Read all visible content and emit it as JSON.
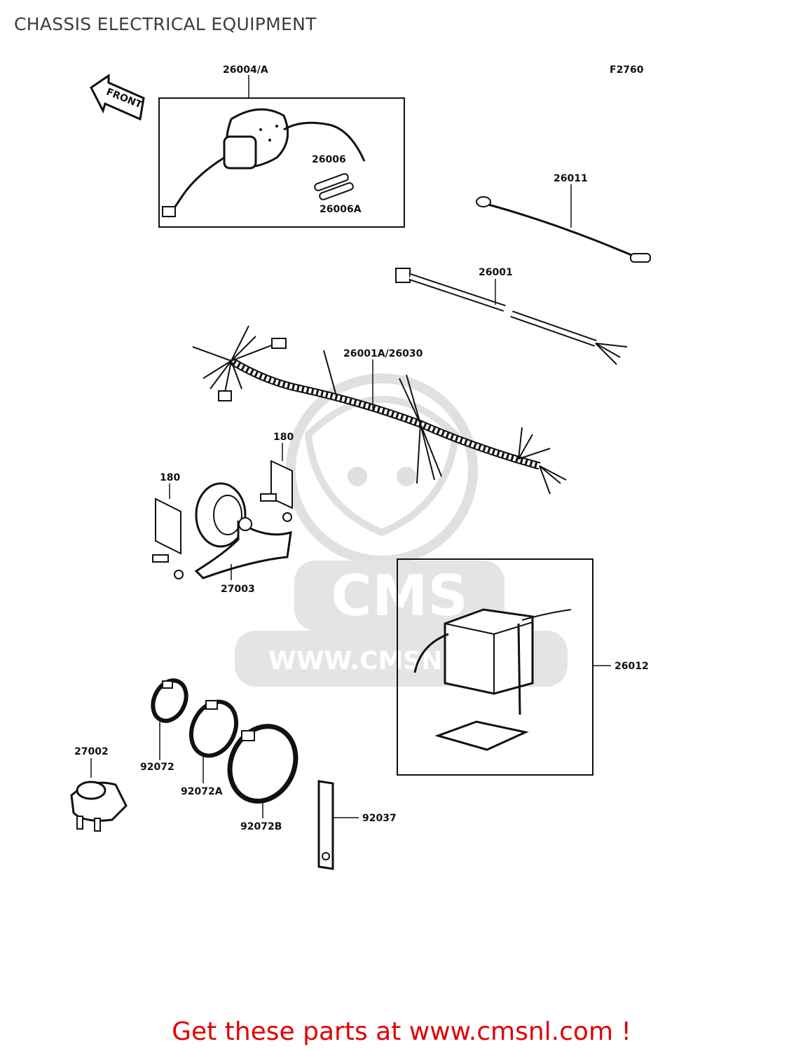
{
  "page": {
    "title": "CHASSIS ELECTRICAL EQUIPMENT",
    "figure_code": "F2760",
    "front_label": "FRONT"
  },
  "watermark": {
    "logo_text": "CMS",
    "url_text": "WWW.CMSNL.COM"
  },
  "parts": {
    "p26004A": "26004/A",
    "p26006": "26006",
    "p26006A": "26006A",
    "p26011": "26011",
    "p26001": "26001",
    "p26001A_26030": "26001A/26030",
    "p180a": "180",
    "p180b": "180",
    "p27003": "27003",
    "p26012": "26012",
    "p27002": "27002",
    "p92072": "92072",
    "p92072A": "92072A",
    "p92072B": "92072B",
    "p92037": "92037"
  },
  "footer": {
    "link_text": "Get these parts at www.cmsnl.com !"
  }
}
